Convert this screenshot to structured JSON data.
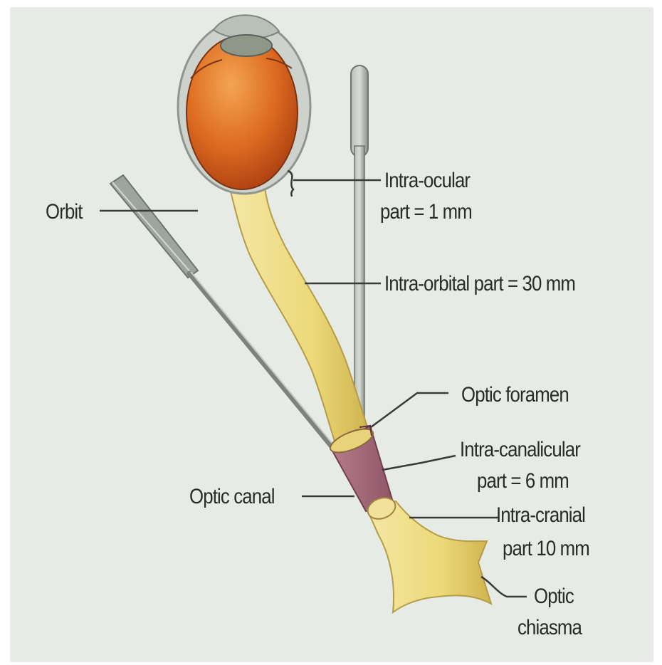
{
  "labels": {
    "orbit": "Orbit",
    "intra_ocular_line1": "Intra-ocular",
    "intra_ocular_line2": "part = 1 mm",
    "intra_orbital": "Intra-orbital part = 30 mm",
    "optic_foramen": "Optic foramen",
    "intra_canalicular_line1": "Intra-canalicular",
    "intra_canalicular_line2": "part = 6 mm",
    "optic_canal": "Optic canal",
    "intra_cranial_line1": "Intra-cranial",
    "intra_cranial_line2": "part 10 mm",
    "optic_chiasma_line1": "Optic",
    "optic_chiasma_line2": "chiasma"
  },
  "colors": {
    "background": "#e6ebe6",
    "eyeball": "#d8661c",
    "nerve": "#ecd978",
    "canal": "#a56a7c",
    "lens": "#8f9788",
    "instrument": "#8e958e",
    "leader_line": "#3a3a3a"
  }
}
